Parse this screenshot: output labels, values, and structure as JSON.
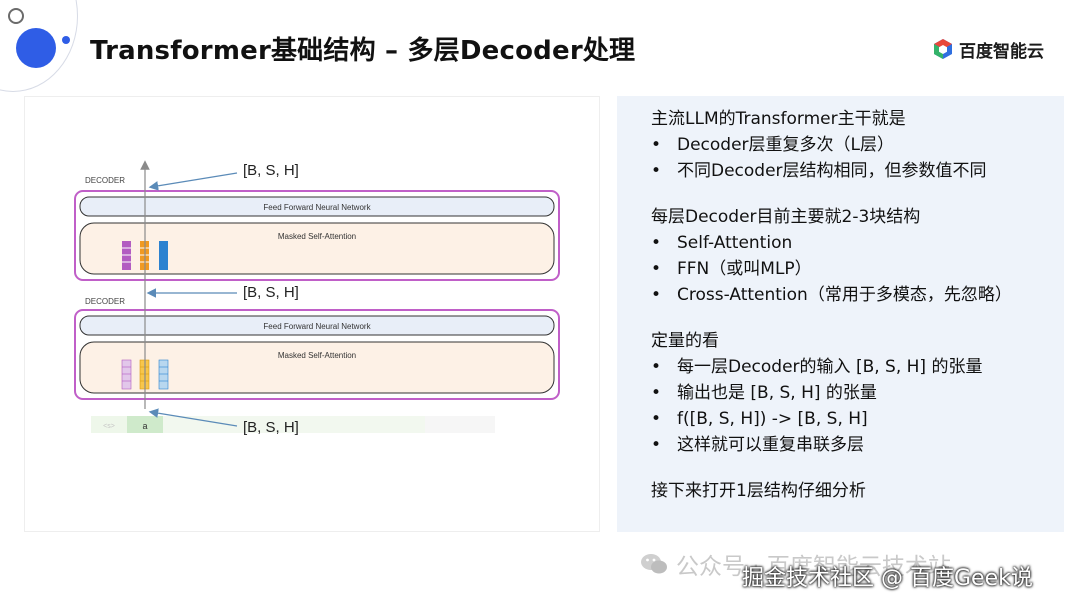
{
  "slide": {
    "title": "Transformer基础结构 – 多层Decoder处理",
    "logo_text": "百度智能云"
  },
  "diagram": {
    "decoder_label": "DECODER",
    "ffn_label": "Feed Forward Neural Network",
    "attn_label": "Masked Self-Attention",
    "shape_label": "[B, S, H]",
    "token": "a",
    "token_prev": "<s>"
  },
  "notes": {
    "sections": [
      {
        "heading": "主流LLM的Transformer主干就是",
        "bullets": [
          "Decoder层重复多次（L层）",
          "不同Decoder层结构相同，但参数值不同"
        ]
      },
      {
        "heading": "每层Decoder目前主要就2-3块结构",
        "bullets": [
          "Self-Attention",
          "FFN（或叫MLP）",
          "Cross-Attention（常用于多模态，先忽略）"
        ]
      },
      {
        "heading": "定量的看",
        "bullets": [
          "每一层Decoder的输入 [B, S, H] 的张量",
          "输出也是 [B, S, H] 的张量",
          "f([B, S, H]) -> [B, S, H]",
          "这样就可以重复串联多层"
        ]
      }
    ],
    "closing": "接下来打开1层结构仔细分析",
    "bullet_glyph": "•"
  },
  "watermarks": {
    "line1": "公众号 · 百度智能云技术站",
    "line2": "掘金技术社区 @ 百度Geek说"
  },
  "colors": {
    "accent_blue": "#2f5de6",
    "decoder_border": "#c05fc8",
    "ffn_fill": "#e8eef8",
    "attn_fill": "#fdf1e6",
    "notes_bg": "#eef3fa"
  }
}
